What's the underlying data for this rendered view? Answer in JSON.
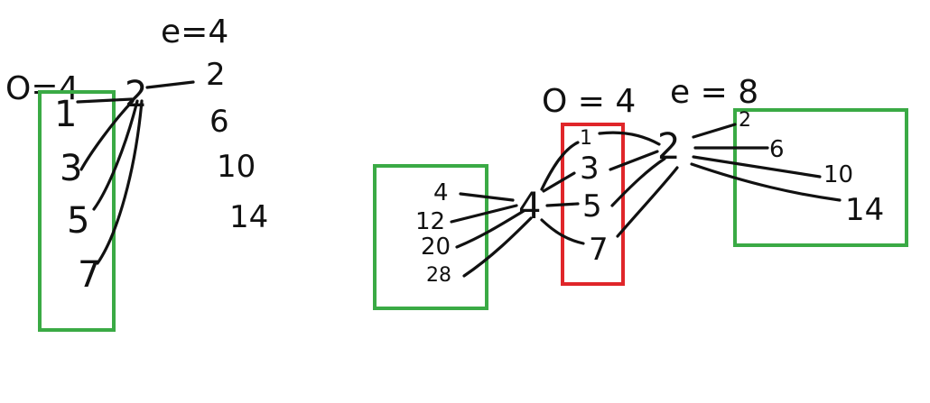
{
  "colors": {
    "ink": "#111111",
    "group_box": "#3aaa45",
    "highlight_box": "#e0262a",
    "background": "#ffffff"
  },
  "left_figure": {
    "e_label": "e=4",
    "o_label": "O=4",
    "center_node": "2",
    "left_nodes": [
      "1",
      "3",
      "5",
      "7"
    ],
    "right_column": [
      "2",
      "6",
      "10",
      "14"
    ]
  },
  "right_figure": {
    "o_label": "O = 4",
    "e_label": "e = 8",
    "center_node_a": "4",
    "center_node_b": "2",
    "left_group": [
      "4",
      "12",
      "20",
      "28"
    ],
    "middle_group": [
      "1",
      "3",
      "5",
      "7"
    ],
    "right_group": [
      "2",
      "6",
      "10",
      "14"
    ]
  }
}
